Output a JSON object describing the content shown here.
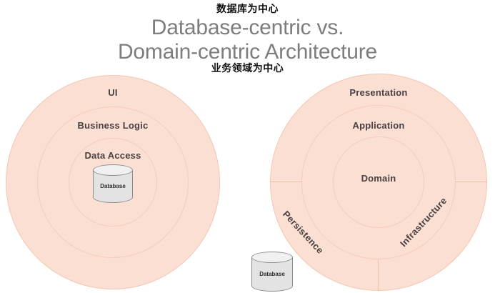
{
  "title": {
    "line1": "Database-centric vs.",
    "line2": "Domain-centric Architecture"
  },
  "annotations": {
    "top_cn": "数据库为中心",
    "bottom_cn": "业务领域为中心"
  },
  "colors": {
    "ring_fill": "#fbdfd3",
    "ring_stroke": "#f3c7b2",
    "label_text": "#4a4040",
    "title_text": "#7d7d7d",
    "annotation_text": "#111111",
    "cylinder_fill": "#e3e3e3",
    "cylinder_stroke": "#8c8c8c",
    "background": "#ffffff"
  },
  "left_diagram": {
    "name": "Database-centric Architecture",
    "rings": [
      {
        "label": "UI"
      },
      {
        "label": "Business Logic"
      },
      {
        "label": "Data Access"
      }
    ],
    "cylinder": {
      "label": "Database"
    }
  },
  "right_diagram": {
    "name": "Domain-centric Architecture",
    "rings": [
      {
        "label": "Presentation"
      },
      {
        "label": "Application"
      },
      {
        "label": "Domain"
      }
    ],
    "outer_segments": [
      {
        "label": "Persistence"
      },
      {
        "label": "Infrastructure"
      }
    ]
  },
  "external_cylinder": {
    "label": "Database"
  }
}
